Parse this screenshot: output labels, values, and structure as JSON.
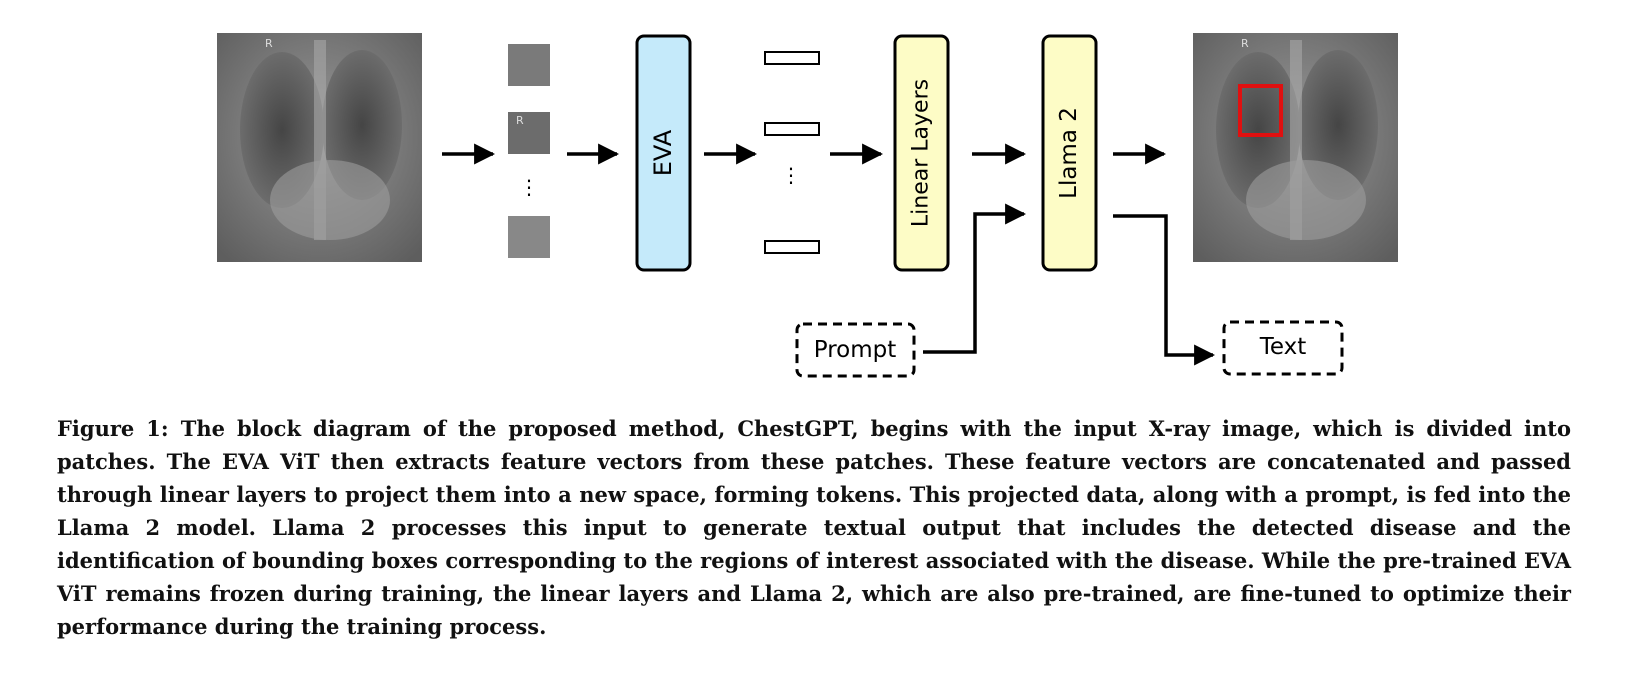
{
  "diagram": {
    "encoder_label": "EVA",
    "projection_label": "Linear Layers",
    "llm_label": "Llama 2",
    "prompt_label": "Prompt",
    "output_label": "Text",
    "ellipsis": "⋮",
    "xray_marker": "R"
  },
  "caption": {
    "text": "Figure 1: The block diagram of the proposed method, ChestGPT, begins with the input X-ray image, which is divided into patches. The EVA ViT then extracts feature vectors from these patches. These feature vectors are concatenated and passed through linear layers to project them into a new space, forming tokens. This projected data, along with a prompt, is fed into the Llama 2 model. Llama 2 processes this input to generate textual output that includes the detected disease and the identification of bounding boxes corresponding to the regions of interest associated with the disease. While the pre-trained EVA ViT remains frozen during training, the linear layers and Llama 2, which are also pre-trained, are fine-tuned to optimize their performance during the training process."
  },
  "colors": {
    "encoder_fill": "#c5eafa",
    "block_fill": "#fdfcc6",
    "bbox_stroke": "#e01010"
  }
}
